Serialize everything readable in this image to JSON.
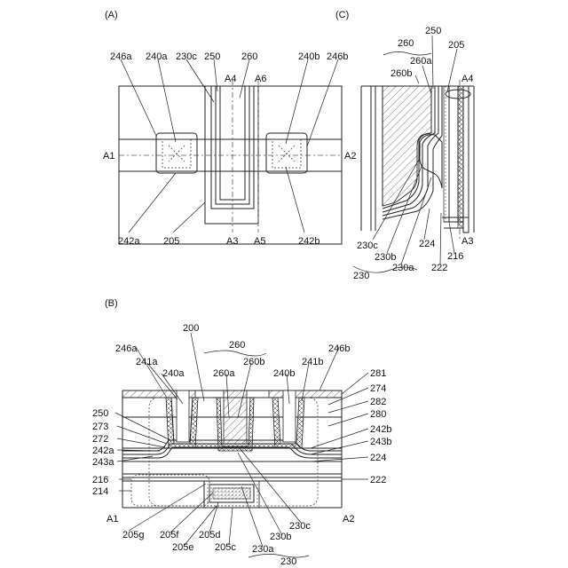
{
  "panels": {
    "A": {
      "label": "(A)"
    },
    "B": {
      "label": "(B)"
    },
    "C": {
      "label": "(C)"
    }
  },
  "labels_a": {
    "l246a": "246a",
    "l240a": "240a",
    "l230c": "230c",
    "l250": "250",
    "l260": "260",
    "l240b": "240b",
    "l246b": "246b",
    "lA4": "A4",
    "lA6": "A6",
    "lA1": "A1",
    "lA2": "A2",
    "lA3": "A3",
    "lA5": "A5",
    "l242a": "242a",
    "l205": "205",
    "l242b": "242b"
  },
  "labels_c": {
    "l260": "260",
    "l250": "250",
    "l260a": "260a",
    "l205": "205",
    "l260b": "260b",
    "lA4": "A4",
    "l230c": "230c",
    "l230b": "230b",
    "l230a": "230a",
    "l224": "224",
    "l222": "222",
    "l216": "216",
    "lA3": "A3",
    "l230": "230"
  },
  "labels_b": {
    "l200": "200",
    "l260": "260",
    "l246a": "246a",
    "l246b": "246b",
    "l241a": "241a",
    "l240a": "240a",
    "l260a": "260a",
    "l260b": "260b",
    "l240b": "240b",
    "l241b": "241b",
    "l281": "281",
    "l274": "274",
    "l282": "282",
    "l280": "280",
    "l250": "250",
    "l273": "273",
    "l272": "272",
    "l242a": "242a",
    "l243a": "243a",
    "l242b": "242b",
    "l243b": "243b",
    "l224": "224",
    "l216": "216",
    "l222": "222",
    "l214": "214",
    "lA1": "A1",
    "lA2": "A2",
    "l205g": "205g",
    "l205f": "205f",
    "l205d": "205d",
    "l205e": "205e",
    "l205c": "205c",
    "l230a": "230a",
    "l230b": "230b",
    "l230c": "230c",
    "l230": "230"
  }
}
